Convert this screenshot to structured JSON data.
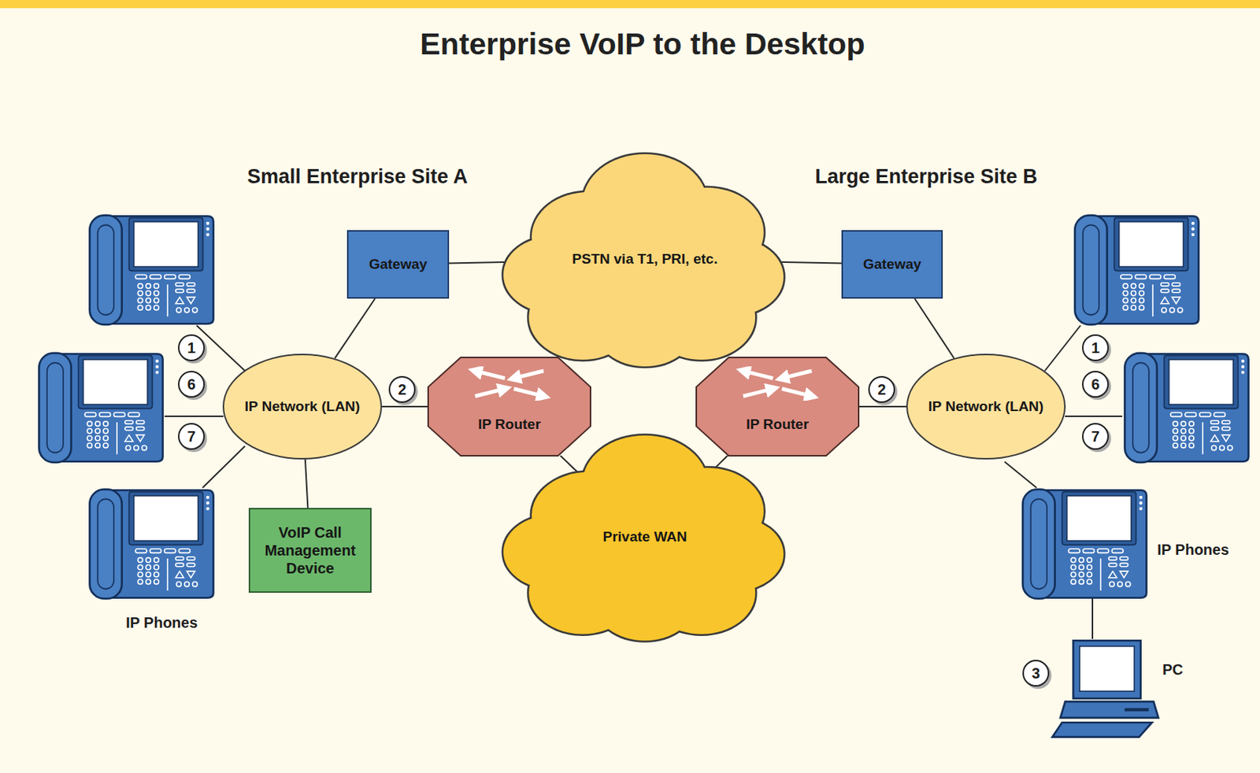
{
  "diagram": {
    "title": "Enterprise VoIP to the Desktop",
    "nodes": [
      {
        "text": [
          "Gateway"
        ]
      },
      {
        "text": [
          "PSTN via T1, PRI, etc."
        ]
      },
      {
        "text": [
          "Gateway"
        ]
      },
      {
        "text": [
          "IP Network (LAN)"
        ]
      },
      {
        "text": [
          "IP Router"
        ]
      },
      {
        "text": [
          "IP Router"
        ]
      },
      {
        "text": [
          "IP Network (LAN)"
        ]
      },
      {
        "text": [
          "VoIP Call Management Device"
        ]
      },
      {
        "text": [
          "Private WAN"
        ]
      }
    ],
    "edges": [
      {
        "from": 0,
        "to": 1,
        "arrow": "none"
      },
      {
        "from": 1,
        "to": 2,
        "arrow": "none"
      },
      {
        "from": 3,
        "to": 0,
        "arrow": "none"
      },
      {
        "from": 6,
        "to": 2,
        "arrow": "none"
      },
      {
        "from": 3,
        "to": 4,
        "arrow": "none"
      },
      {
        "from": 5,
        "to": 6,
        "arrow": "none"
      },
      {
        "from": 4,
        "to": 8,
        "arrow": "none"
      },
      {
        "from": 5,
        "to": 8,
        "arrow": "none"
      },
      {
        "from": 3,
        "to": 7,
        "arrow": "none"
      }
    ],
    "labels": [
      "Small Enterprise Site A",
      "Large Enterprise Site B",
      "1",
      "1",
      "6",
      "6",
      "2",
      "2",
      "7",
      "7",
      "IP Phones",
      "IP Phones",
      "3",
      "PC"
    ]
  }
}
